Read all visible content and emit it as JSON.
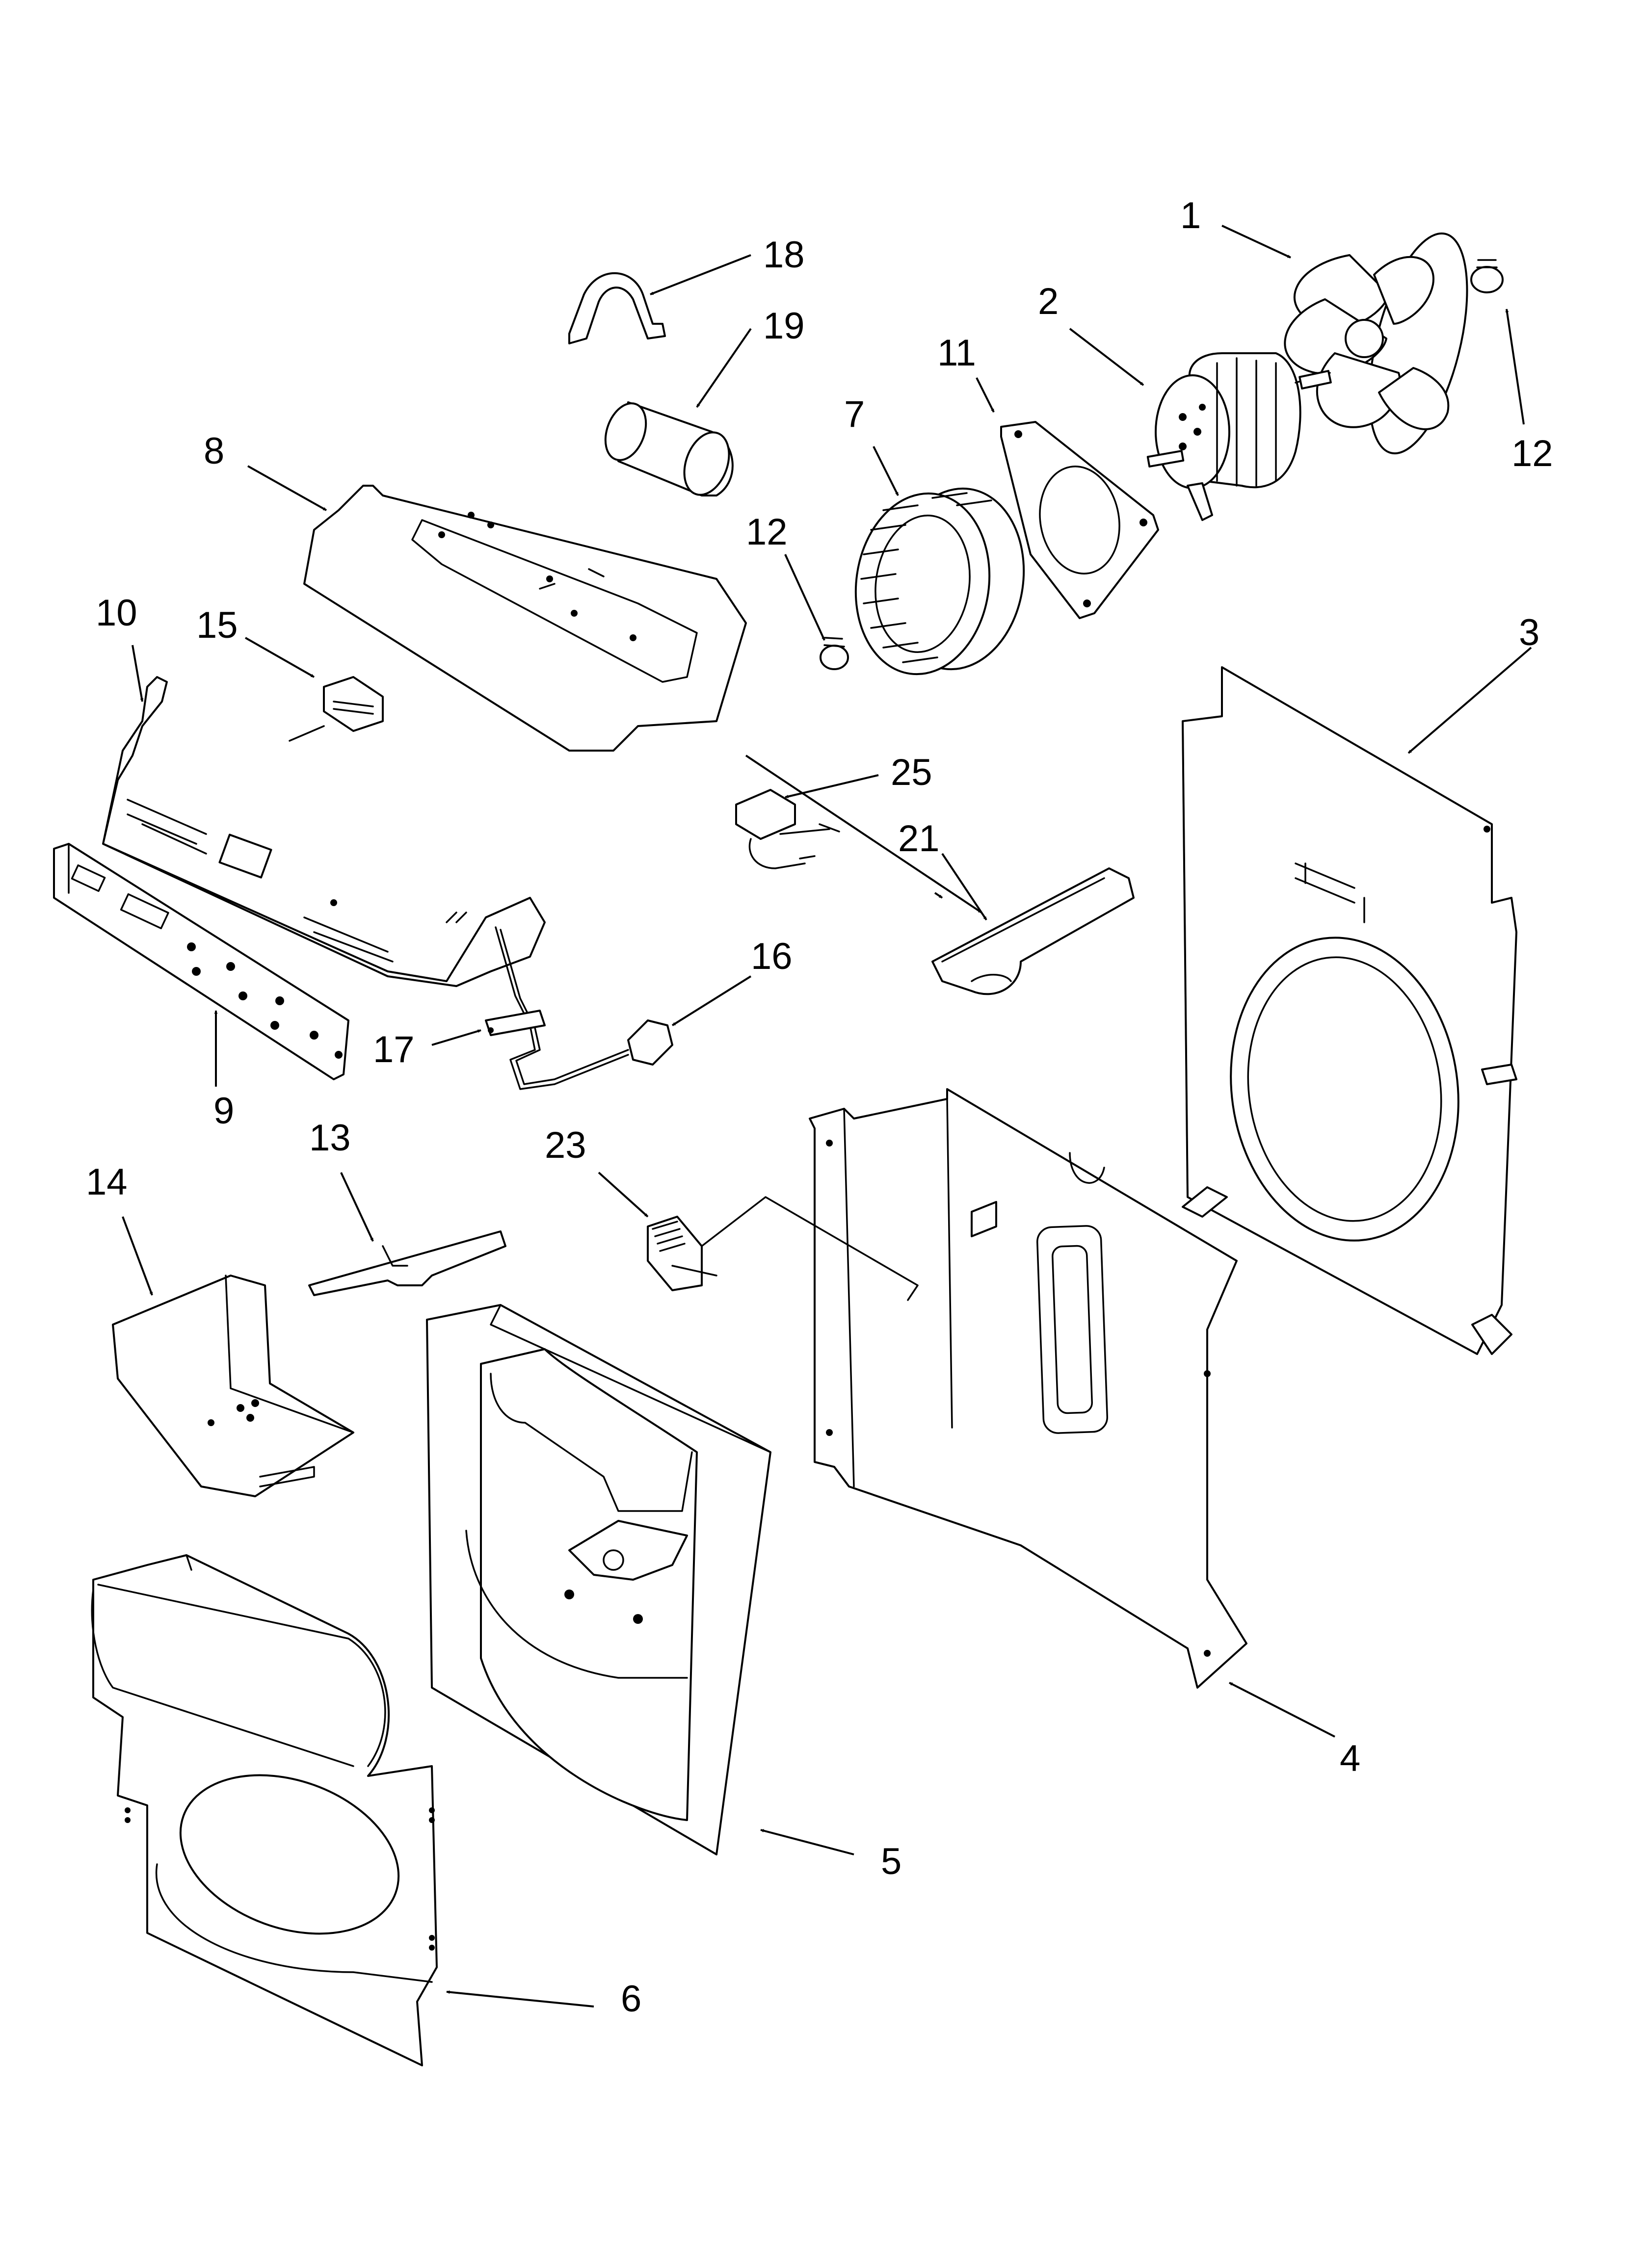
{
  "callouts": {
    "c1": "1",
    "c2": "2",
    "c3": "3",
    "c4": "4",
    "c5": "5",
    "c6": "6",
    "c7": "7",
    "c8": "8",
    "c9": "9",
    "c10": "10",
    "c11": "11",
    "c12a": "12",
    "c12b": "12",
    "c13": "13",
    "c14": "14",
    "c15": "15",
    "c16": "16",
    "c17": "17",
    "c18": "18",
    "c19": "19",
    "c21": "21",
    "c23": "23",
    "c25": "25"
  },
  "colors": {
    "line": "#000000",
    "background": "#ffffff"
  }
}
